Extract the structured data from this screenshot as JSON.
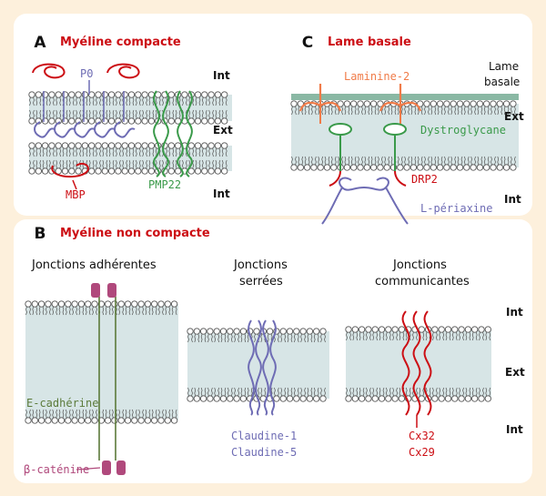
{
  "colors": {
    "background": "#fdf0dc",
    "panel": "#ffffff",
    "membrane_fill": "#d7e5e6",
    "basal_lamina": "#8ab8a4",
    "lipid_outline": "#555555",
    "red": "#cc0e14",
    "orange": "#f07b48",
    "green": "#3a9a4a",
    "blue_violet": "#6e6cb4",
    "magenta": "#b0497c",
    "cadherin": "#5b7a3a"
  },
  "panel_a": {
    "letter": "A",
    "title": "Myéline compacte",
    "labels": {
      "p0": "P0",
      "mbp": "MBP",
      "pmp22": "PMP22"
    },
    "sides": {
      "int_top": "Int",
      "ext": "Ext",
      "int_bottom": "Int"
    }
  },
  "panel_b": {
    "letter": "B",
    "title": "Myéline non compacte",
    "adherens": {
      "title": "Jonctions adhérentes",
      "cadherin": "E-cadhérine",
      "catenin": "β-caténine"
    },
    "tight": {
      "title_line1": "Jonctions",
      "title_line2": "serrées",
      "claudin1": "Claudine-1",
      "claudin5": "Claudine-5"
    },
    "gap": {
      "title_line1": "Jonctions",
      "title_line2": "communicantes",
      "cx32": "Cx32",
      "cx29": "Cx29"
    },
    "sides": {
      "int_top": "Int",
      "ext": "Ext",
      "int_bottom": "Int"
    }
  },
  "panel_c": {
    "letter": "C",
    "title": "Lame basale",
    "labels": {
      "basal_lamina_line1": "Lame",
      "basal_lamina_line2": "basale",
      "laminin": "Laminine-2",
      "dystroglycan": "Dystroglycane",
      "drp2": "DRP2",
      "periaxin": "L-périaxine"
    },
    "sides": {
      "ext": "Ext",
      "int": "Int"
    }
  }
}
